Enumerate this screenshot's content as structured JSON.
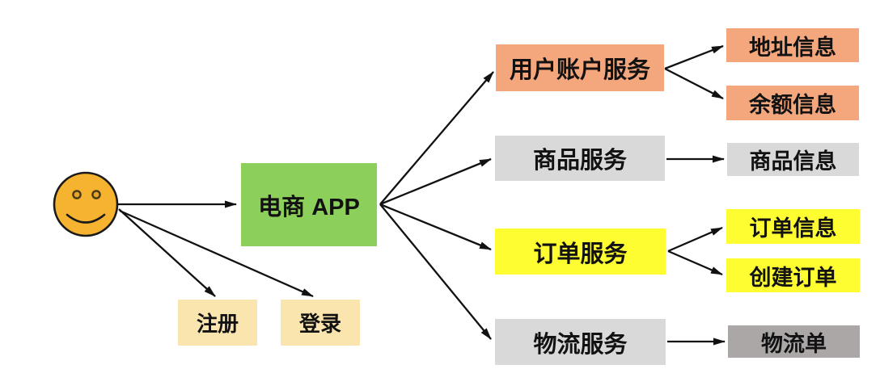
{
  "diagram": {
    "type": "flowchart",
    "background": "#ffffff",
    "actor": {
      "icon": "smiley-face-icon",
      "fill": "#F6B330",
      "outline": "#1a1a1a"
    },
    "nodes": {
      "app": {
        "label": "电商 APP",
        "color": "#8CCF5A"
      },
      "register": {
        "label": "注册",
        "color": "#FBE5AE"
      },
      "login": {
        "label": "登录",
        "color": "#FBE5AE"
      },
      "user_account_service": {
        "label": "用户账户服务",
        "color": "#F4A77C"
      },
      "address_info": {
        "label": "地址信息",
        "color": "#F4A77C"
      },
      "balance_info": {
        "label": "余额信息",
        "color": "#F4A77C"
      },
      "product_service": {
        "label": "商品服务",
        "color": "#D9D9D9"
      },
      "product_info": {
        "label": "商品信息",
        "color": "#D9D9D9"
      },
      "order_service": {
        "label": "订单服务",
        "color": "#FDFD32"
      },
      "order_info": {
        "label": "订单信息",
        "color": "#FDFD32"
      },
      "create_order": {
        "label": "创建订单",
        "color": "#FDFD32"
      },
      "logistics_service": {
        "label": "物流服务",
        "color": "#D9D9D9"
      },
      "logistics_order": {
        "label": "物流单",
        "color": "#ABA7A7"
      }
    },
    "edges": [
      {
        "from": "user",
        "to": "app"
      },
      {
        "from": "user",
        "to": "register"
      },
      {
        "from": "user",
        "to": "login"
      },
      {
        "from": "app",
        "to": "user_account_service"
      },
      {
        "from": "app",
        "to": "product_service"
      },
      {
        "from": "app",
        "to": "order_service"
      },
      {
        "from": "app",
        "to": "logistics_service"
      },
      {
        "from": "user_account_service",
        "to": "address_info"
      },
      {
        "from": "user_account_service",
        "to": "balance_info"
      },
      {
        "from": "product_service",
        "to": "product_info"
      },
      {
        "from": "order_service",
        "to": "order_info"
      },
      {
        "from": "order_service",
        "to": "create_order"
      },
      {
        "from": "logistics_service",
        "to": "logistics_order"
      }
    ],
    "edge_color": "#111111"
  }
}
